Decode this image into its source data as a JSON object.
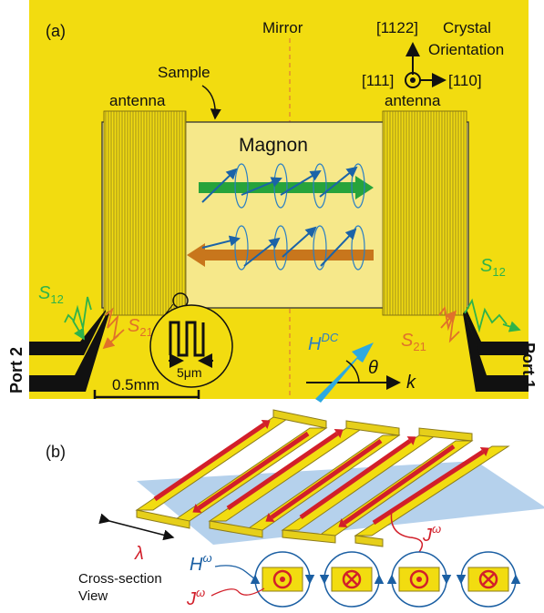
{
  "panel_a": {
    "label": "(a)",
    "mirror": "Mirror",
    "crystal": {
      "dir_up": "[1122]",
      "dir_out": "[111]",
      "dir_right": "[110]",
      "title_line1": "Crystal",
      "title_line2": "Orientation"
    },
    "sample": "Sample",
    "antenna_left": "antenna",
    "antenna_right": "antenna",
    "magnon": "Magnon",
    "s12_left": {
      "base": "S",
      "sub": "12"
    },
    "s21_left": {
      "base": "S",
      "sub": "21"
    },
    "s12_right": {
      "base": "S",
      "sub": "12"
    },
    "s21_right": {
      "base": "S",
      "sub": "21"
    },
    "port_left": "Port 2",
    "port_right": "Port 1",
    "scale_bar": "0.5mm",
    "inset_scale": "5μm",
    "field": {
      "base": "H",
      "sup": "DC"
    },
    "angle": "θ",
    "wavevector": "k",
    "colors": {
      "background": "#f2dc10",
      "sample": "#f6e88a",
      "green_arrow": "#27a33b",
      "orange_arrow": "#c8761c",
      "blue": "#2a7fc4",
      "field_arrow": "#2da9e0",
      "s12": "#2fb34a",
      "s21": "#e0712a"
    }
  },
  "panel_b": {
    "label": "(b)",
    "lambda": "λ",
    "current": {
      "base": "J",
      "sup": "ω"
    },
    "h_field": {
      "base": "H",
      "sup": "ω"
    },
    "current2": {
      "base": "J",
      "sup": "ω"
    },
    "cross_line1": "Cross-section",
    "cross_line2": "View"
  }
}
